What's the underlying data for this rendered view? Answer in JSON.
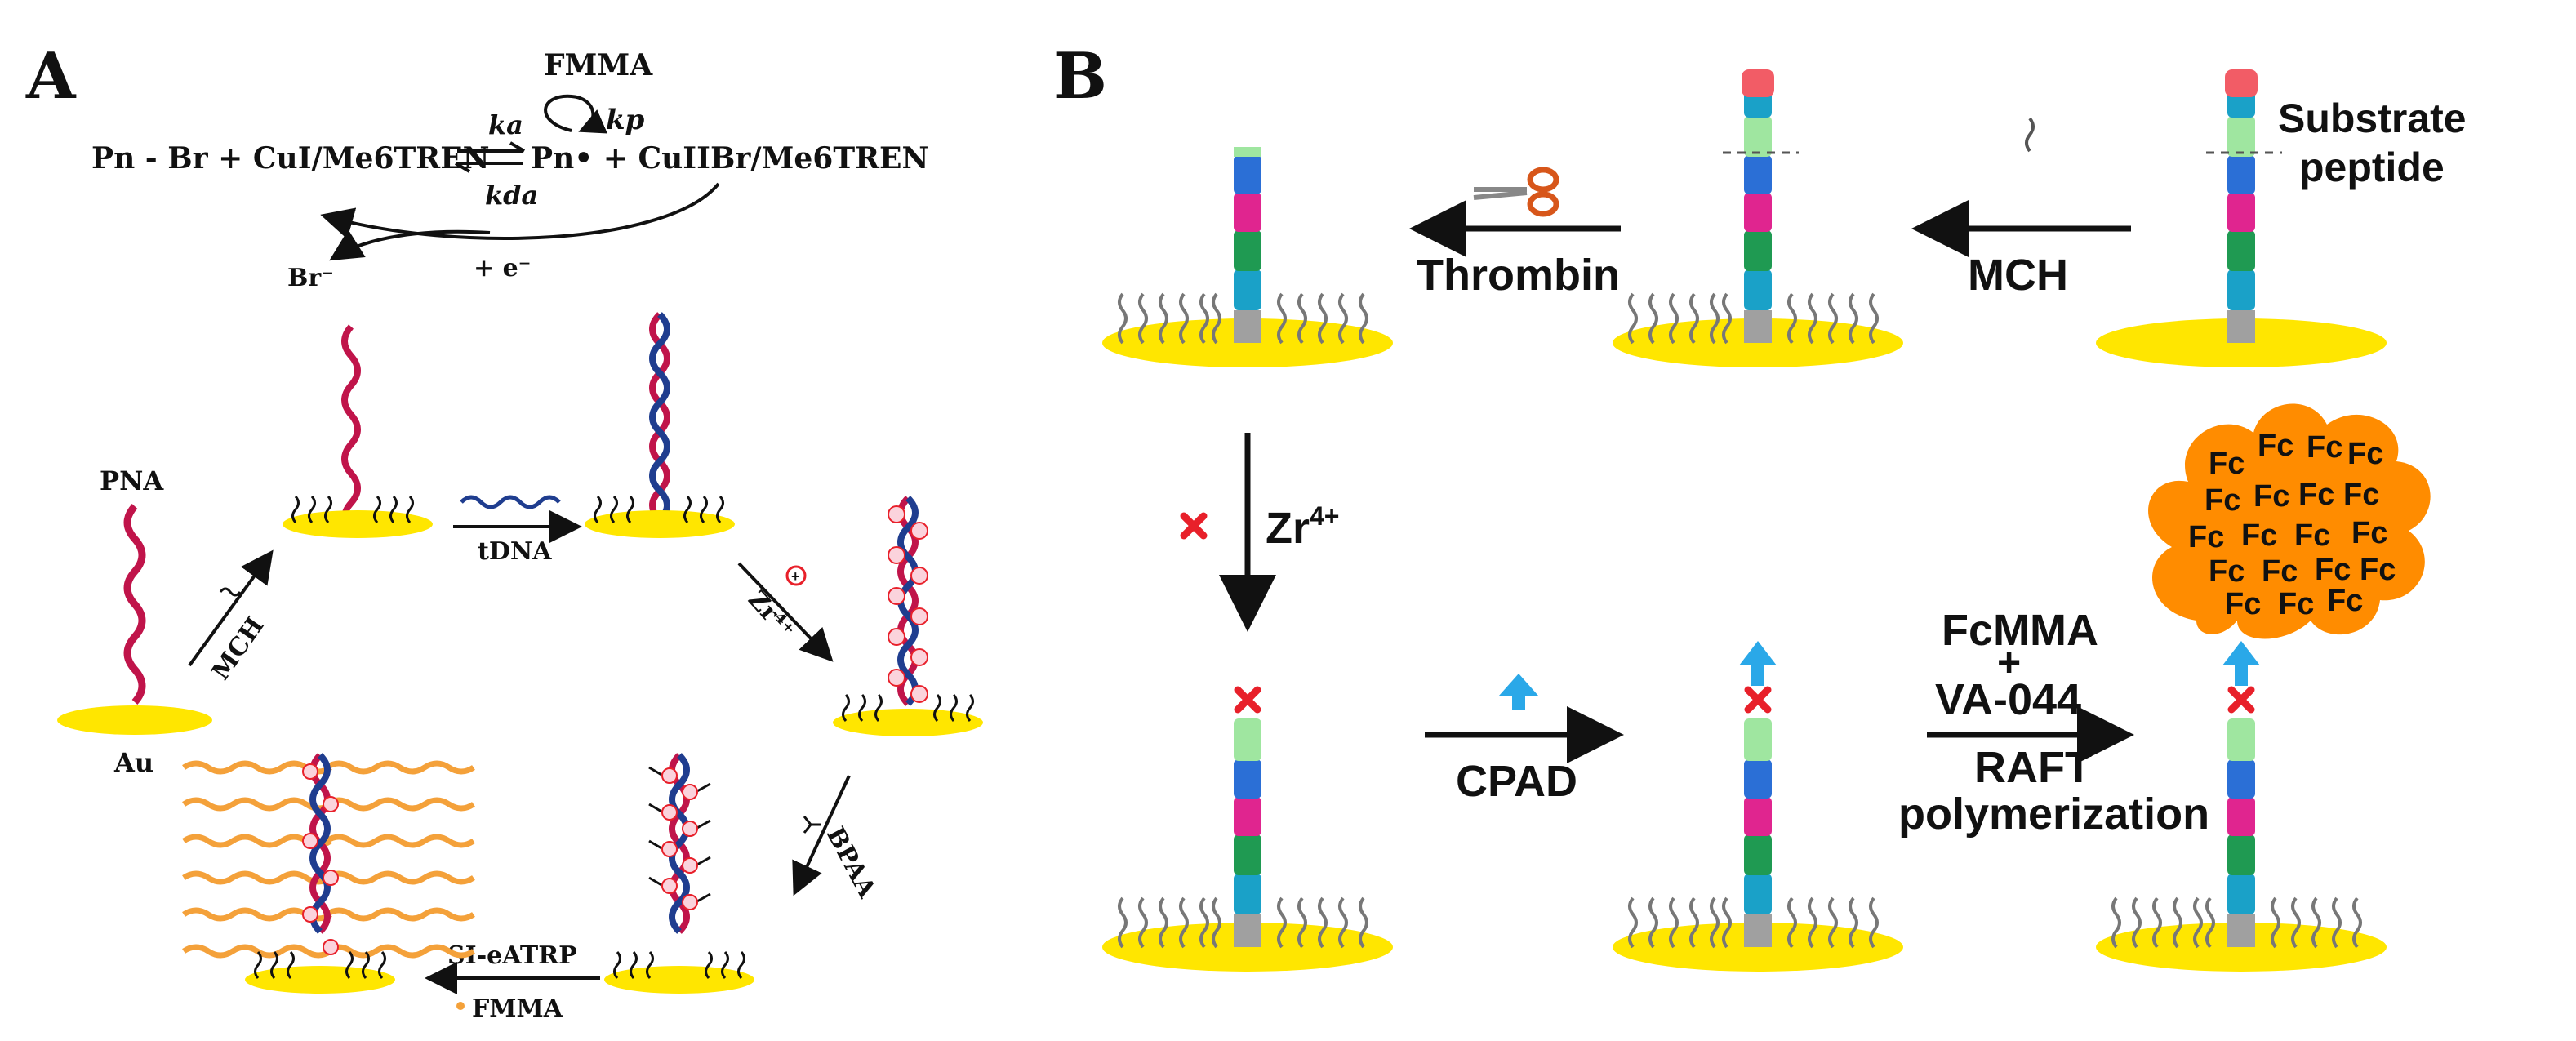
{
  "panelA": {
    "letter": "A",
    "scheme": {
      "fmma": "FMMA",
      "left_species": "Pn - Br + CuI/Me6TREN",
      "right_species": "Pn• + CuIIBr/Me6TREN",
      "ka": "ka",
      "kda": "kda",
      "kp": "kp",
      "br": "Br⁻",
      "electron": "+ e⁻"
    },
    "labels": {
      "pna": "PNA",
      "au": "Au",
      "mch": "MCH",
      "tdna": "tDNA",
      "zr": "Zr⁴⁺",
      "bpaa": "BPAA",
      "si_eatrp": "SI-eATRP",
      "fmma": "FMMA"
    }
  },
  "panelB": {
    "letter": "B",
    "labels": {
      "substrate": "Substrate",
      "peptide": "peptide",
      "mch": "MCH",
      "thrombin": "Thrombin",
      "zr": "Zr",
      "zr_sup": "4+",
      "cpad": "CPAD",
      "fcmma": "FcMMA",
      "plus": "+",
      "va044": "VA-044",
      "raft": "RAFT",
      "polymerization": "polymerization",
      "fc": "Fc"
    }
  },
  "colors": {
    "gold": "#ffe600",
    "pna": "#c0144a",
    "dna": "#1f3d8f",
    "polymer": "#f4a13a",
    "fc_blob": "#ff8c00",
    "arrow_blue": "#2aa8e8",
    "cross_red": "#e8202a",
    "segments": [
      "#9fe6a0",
      "#1aa1c8",
      "#2b6fd6",
      "#e0258f",
      "#1f9a52",
      "#1aa1c8",
      "#a0a0a0"
    ]
  }
}
